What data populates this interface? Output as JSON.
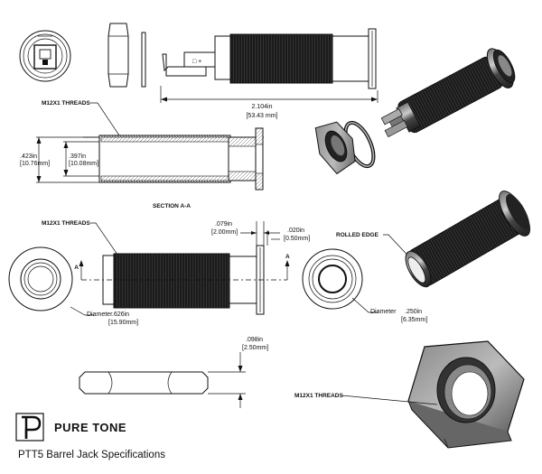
{
  "labels": {
    "threads_top": "M12X1 THREADS",
    "threads_mid": "M12X1 THREADS",
    "threads_nut": "M12X1 THREADS",
    "section": "SECTION A-A",
    "rolled_edge": "ROLLED EDGE",
    "section_mark_left": "A",
    "section_mark_right": "A"
  },
  "dimensions": {
    "overall_length_in": "2.104in",
    "overall_length_mm": "[53.43 mm]",
    "outer_dia_in": ".423in",
    "outer_dia_mm": "[10.76mm]",
    "inner_dia_in": ".397in",
    "inner_dia_mm": "[10.08mm]",
    "flange_in": ".079in",
    "flange_mm": "[2.00mm]",
    "gap_in": ".020in",
    "gap_mm": "[0.50mm]",
    "diameter_left_label": "Diameter",
    "diameter_left_in": ".626in",
    "diameter_left_mm": "[15.90mm]",
    "diameter_right_label": "Diameter",
    "diameter_right_in": ".250in",
    "diameter_right_mm": "[6.35mm]",
    "nut_height_in": ".098in",
    "nut_height_mm": "[2.50mm]"
  },
  "brand": {
    "logo_letter": "P",
    "name": "PURE TONE",
    "caption": "PTT5 Barrel Jack Specifications"
  }
}
